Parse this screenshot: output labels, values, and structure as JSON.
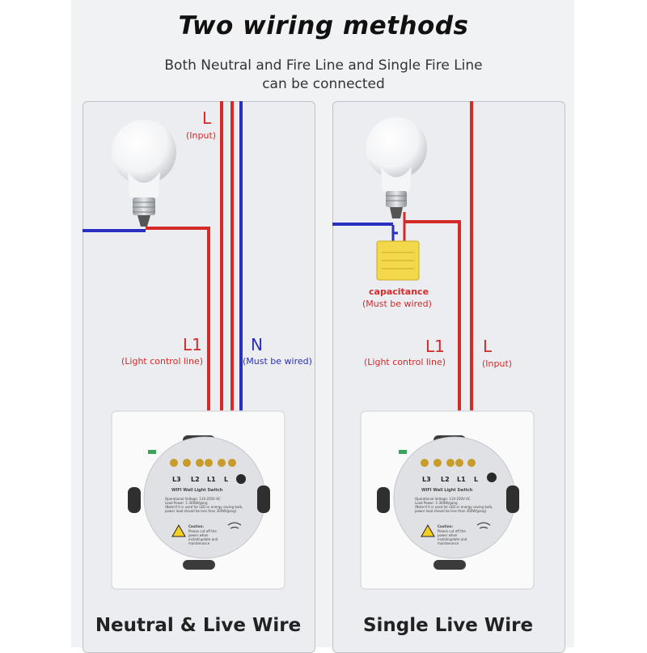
{
  "header": {
    "title": "Two wiring methods",
    "subtitle": "Both Neutral and Fire Line and Single Fire Line can be connected"
  },
  "left_panel": {
    "caption": "Neutral & Live Wire",
    "live_label": "L",
    "live_desc": "(Input)",
    "light_label": "L1",
    "light_desc": "(Light control line)",
    "neutral_label": "N",
    "neutral_desc": "(Must be wired)"
  },
  "right_panel": {
    "caption": "Single Live Wire",
    "capacitor_label": "capacitance",
    "capacitor_desc": "(Must be wired)",
    "light_label": "L1",
    "light_desc": "(Light control line)",
    "live_label": "L",
    "live_desc": "(Input)"
  },
  "switch": {
    "terminals": [
      "L3",
      "L2",
      "L1",
      "L"
    ],
    "product_name": "WIFI Wall Light Switch",
    "spec_lines": [
      "Operational Voltage: 110-250V AC",
      "Load Power: 1-300W/gang",
      "(Note:If it is used for LED or energy saving bulb,",
      "power load should be less than 300W/gang)"
    ],
    "caution_title": "Caution:",
    "caution_text": "Please cut off the power when install/update and maintenance"
  },
  "colors": {
    "live_wire": "#d42a2a",
    "neutral_wire": "#2a2fbf",
    "capacitor": "#f2d84a",
    "panel_border": "#bfc3c8"
  },
  "icons": [
    "light-bulb-icon",
    "capacitor-icon",
    "wall-switch-icon",
    "warning-icon",
    "wifi-icon"
  ]
}
